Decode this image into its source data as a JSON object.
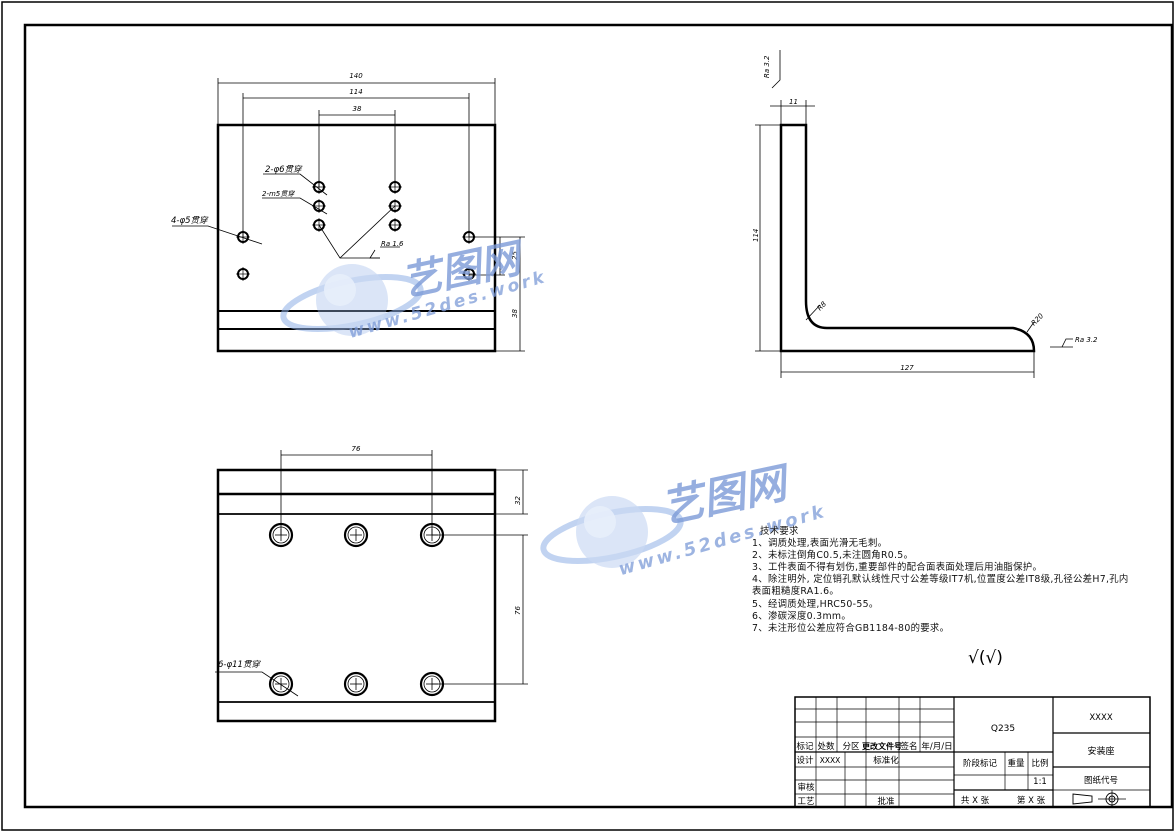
{
  "front_view": {
    "dim_140": "140",
    "dim_114": "114",
    "dim_38": "38",
    "dim_25": "25",
    "dim_38h": "38",
    "callout_2phi6": "2-φ6贯穿",
    "callout_2m5": "2-m5贯穿",
    "callout_4phi5": "4-φ5贯穿",
    "roughness_ra16": "Ra 1.6"
  },
  "side_view": {
    "roughness_top": "Ra 3.2",
    "roughness_right": "Ra 3.2",
    "dim_11": "11",
    "dim_114": "114",
    "dim_127": "127",
    "radius_r8": "R8",
    "radius_r20": "R20"
  },
  "bottom_view": {
    "dim_76": "76",
    "dim_32": "32",
    "dim_76v": "76",
    "callout_6phi11": "6-φ11贯穿"
  },
  "tech_notes": {
    "title": "技术要求",
    "items": [
      "1、调质处理,表面光滑无毛刺。",
      "2、未标注倒角C0.5,未注圆角R0.5。",
      "3、工件表面不得有划伤,重要部件的配合面表面处理后用油脂保护。",
      "4、除注明外, 定位销孔默认线性尺寸公差等级IT7机,位置度公差IT8级,孔径公差H7,孔内表面粗糙度RA1.6。",
      "5、经调质处理,HRC50-55。",
      "6、渗碳深度0.3mm。",
      "7、未注形位公差应符合GB1184-80的要求。"
    ],
    "roughness_symbol": "√(√)"
  },
  "title_block": {
    "material": "Q235",
    "company": "XXXX",
    "part_name": "安装座",
    "drawing_no_label": "图纸代号",
    "scale_label": "比例",
    "scale_value": "1:1",
    "weight_label": "重量",
    "stage_label": "阶段标记",
    "h_mark": "标记",
    "h_count": "处数",
    "h_zone": "分区",
    "h_docno": "更改文件号",
    "h_sign": "签名",
    "h_date": "年/月/日",
    "design_label": "设计",
    "design_value": "XXXX",
    "standard_label": "标准化",
    "review_label": "审核",
    "process_label": "工艺",
    "approve_label": "批准",
    "sheets_total": "共 X 张",
    "sheet_no": "第 X 张"
  },
  "watermark": {
    "name": "艺图网",
    "url": "www.52des.work"
  }
}
